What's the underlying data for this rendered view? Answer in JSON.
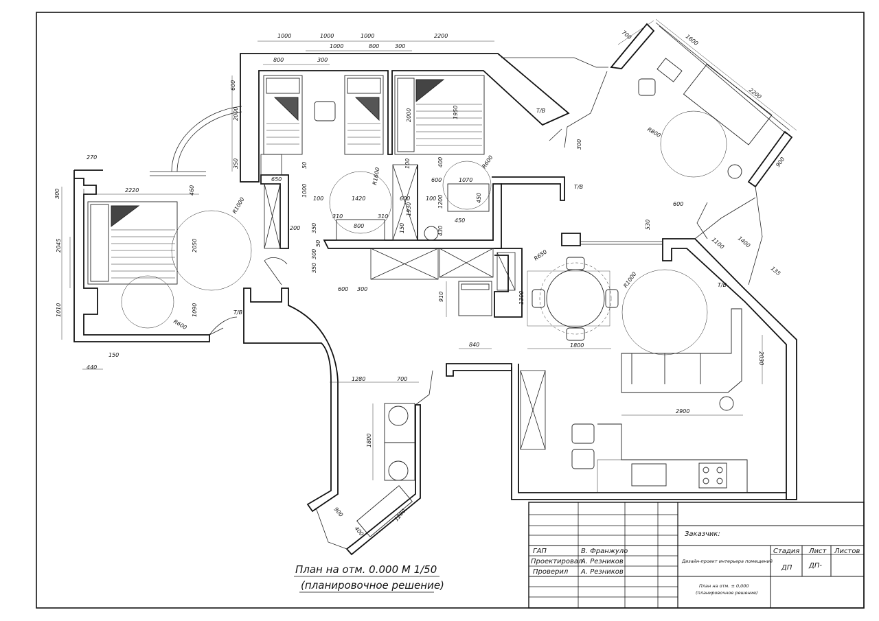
{
  "caption": {
    "line1": "План на отм. 0.000 М 1/50",
    "line2": "(планировочное решение)"
  },
  "title_block": {
    "roles": [
      {
        "role": "ГАП",
        "name": "В. Франжуло"
      },
      {
        "role": "Проектировал",
        "name": "А. Резников"
      },
      {
        "role": "Проверил",
        "name": "А. Резников"
      }
    ],
    "customer_label": "Заказчик:",
    "project": "Дизайн-проект интерьера помещений",
    "stage_header": "Стадия",
    "sheet_header": "Лист",
    "sheets_header": "Листов",
    "stage_value": "ДП",
    "sheet_value": "ДП-",
    "sheet_title_1": "План на отм. ± 0,000",
    "sheet_title_2": "(планировочное решение)"
  },
  "labels": {
    "riser": "Т/В"
  },
  "dimensions": {
    "top_row_1": [
      "1000",
      "1000",
      "1000",
      "2200"
    ],
    "top_row_2": [
      "1000",
      "800",
      "300"
    ],
    "top_row_3": [
      "800",
      "300"
    ],
    "bedroom1": [
      "270",
      "2220",
      "300",
      "460",
      "2045",
      "2050",
      "1010",
      "1090",
      "150",
      "440",
      "R1000",
      "R600"
    ],
    "kids": [
      "600",
      "2000",
      "350",
      "650",
      "1000",
      "50",
      "200",
      "350",
      "50",
      "300",
      "350",
      "R1600",
      "1420",
      "100",
      "310",
      "800",
      "310",
      "600",
      "1930",
      "150",
      "100",
      "600",
      "300"
    ],
    "bedroom2": [
      "2000",
      "1950",
      "400",
      "R600",
      "600",
      "1070",
      "100",
      "1200",
      "450",
      "450",
      "430",
      "300"
    ],
    "study": [
      "700",
      "1600",
      "2200",
      "R800",
      "900"
    ],
    "living": [
      "600",
      "530",
      "1100",
      "1400",
      "135",
      "R650",
      "R1000",
      "1300",
      "1800",
      "910",
      "840",
      "2030",
      "2900"
    ],
    "hall": [
      "1280",
      "700",
      "1800",
      "900",
      "400",
      "1200"
    ]
  }
}
